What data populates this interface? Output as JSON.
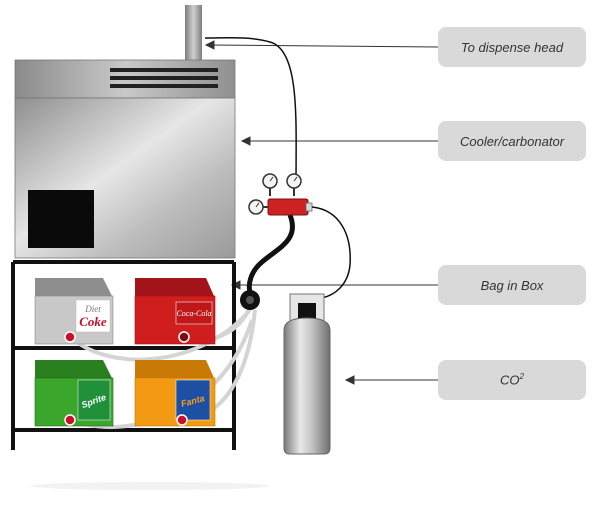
{
  "labels": {
    "dispense_head": "To dispense head",
    "cooler": "Cooler/carbonator",
    "bag_in_box": "Bag in Box",
    "co2": "CO",
    "co2_superscript": "2"
  },
  "products": {
    "diet_coke": {
      "line1": "Diet",
      "line2": "Coke"
    },
    "coca_cola": "Coca-Cola",
    "sprite": "Sprite",
    "fanta": "Fanta"
  },
  "colors": {
    "callout_bg": "#d9d9d9",
    "callout_text": "#333333",
    "steel": "#b8b8b8",
    "frame": "#111111",
    "regulator": "#cc2222",
    "coke_red": "#d01e1e",
    "sprite_green": "#3aa62c",
    "fanta_orange": "#f29a12",
    "diet_grey": "#c8c8c8"
  }
}
